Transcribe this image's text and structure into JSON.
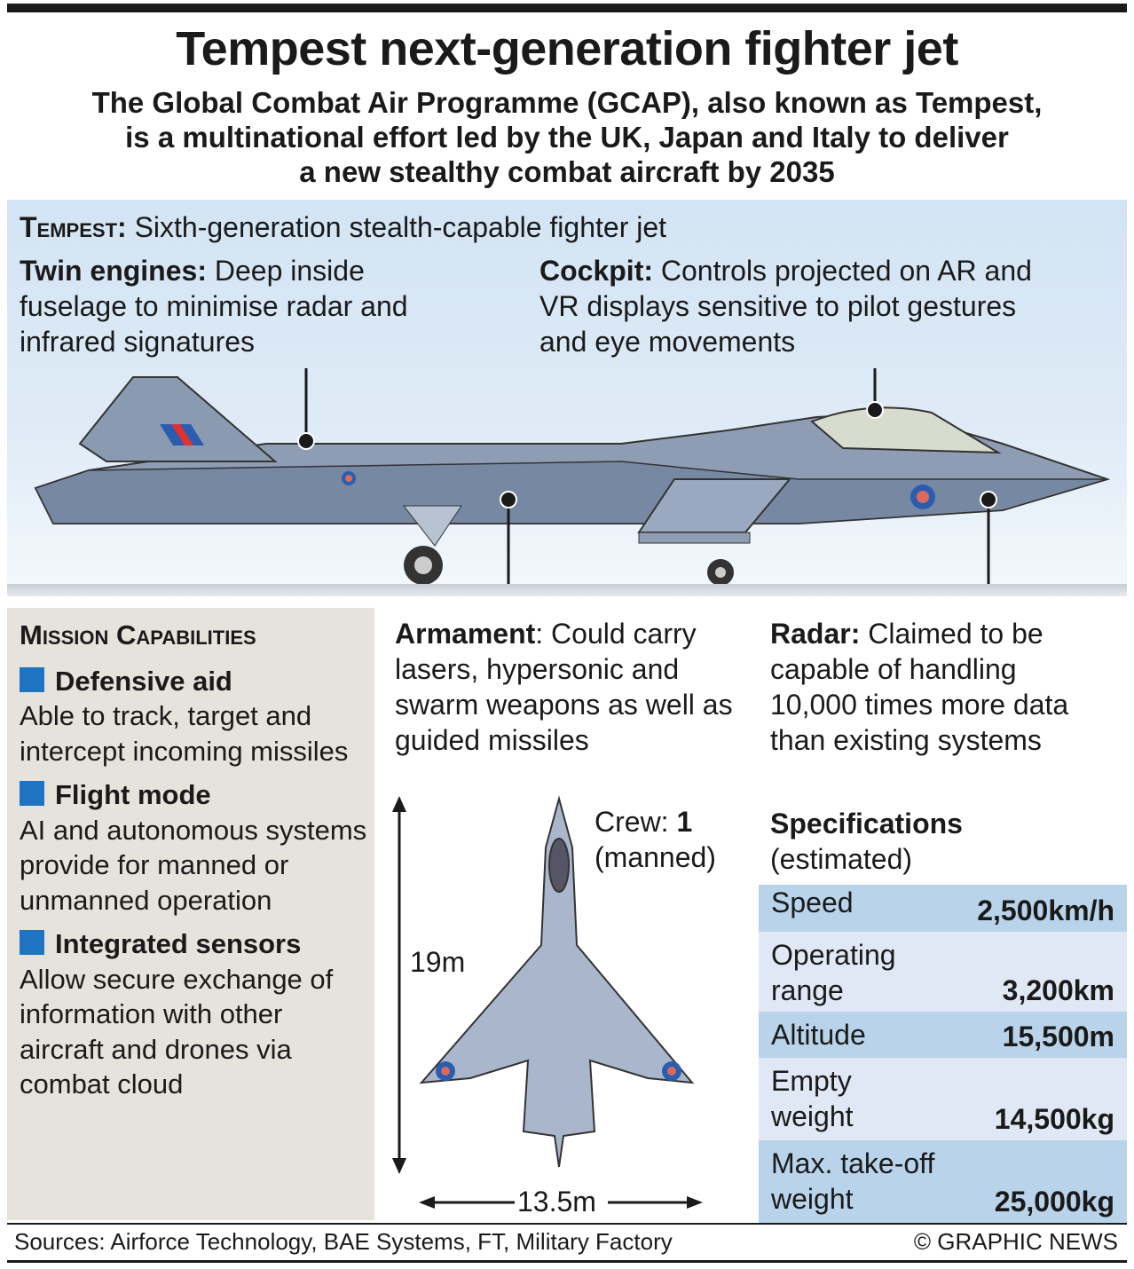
{
  "title": "Tempest next-generation fighter jet",
  "subtitle": [
    "The Global Combat Air Programme (GCAP), also known as Tempest,",
    "is a multinational effort led by the UK, Japan and Italy to deliver",
    "a new stealthy combat aircraft by 2035"
  ],
  "tempest": {
    "label": "Tempest:",
    "text": "Sixth-generation stealth-capable fighter jet"
  },
  "engines": {
    "label": "Twin engines:",
    "text": "Deep inside fuselage to minimise radar and infrared signatures"
  },
  "cockpit": {
    "label": "Cockpit:",
    "text": "Controls projected on AR and VR displays sensitive to pilot gestures and eye movements"
  },
  "armament": {
    "label": "Armament",
    "text": ": Could carry lasers, hypersonic and swarm weapons as well as guided missiles"
  },
  "radar": {
    "label": "Radar:",
    "text": "Claimed to be capable of handling 10,000 times more data than existing systems"
  },
  "mission": {
    "heading": "Mission Capabilities",
    "items": [
      {
        "title": "Defensive aid",
        "text": "Able to track, target and intercept incoming missiles"
      },
      {
        "title": "Flight mode",
        "text": "AI and autonomous systems provide for manned or unmanned operation"
      },
      {
        "title": "Integrated sensors",
        "text": "Allow secure exchange of information with other aircraft and drones via combat cloud"
      }
    ]
  },
  "crew": {
    "label": "Crew:",
    "value": "1",
    "note": "(manned)"
  },
  "dimensions": {
    "length": "19m",
    "span": "13.5m"
  },
  "specs": {
    "heading": "Specifications",
    "note": "(estimated)",
    "rows": [
      {
        "label": "Speed",
        "value": "2,500km/h"
      },
      {
        "label": "Operating range",
        "value": "3,200km"
      },
      {
        "label": "Altitude",
        "value": "15,500m"
      },
      {
        "label": "Empty weight",
        "value": "14,500kg"
      },
      {
        "label": "Max. take-off weight",
        "value": "25,000kg"
      }
    ]
  },
  "footer": {
    "sources": "Sources: Airforce Technology, BAE Systems, FT, Military Factory",
    "credit": "© GRAPHIC NEWS"
  },
  "colors": {
    "accent": "#1f74c1",
    "band": "#d3e4f4",
    "panel": "#e6e2dc",
    "spec_dark": "#b9d3ea",
    "spec_light": "#dfe8f4"
  }
}
